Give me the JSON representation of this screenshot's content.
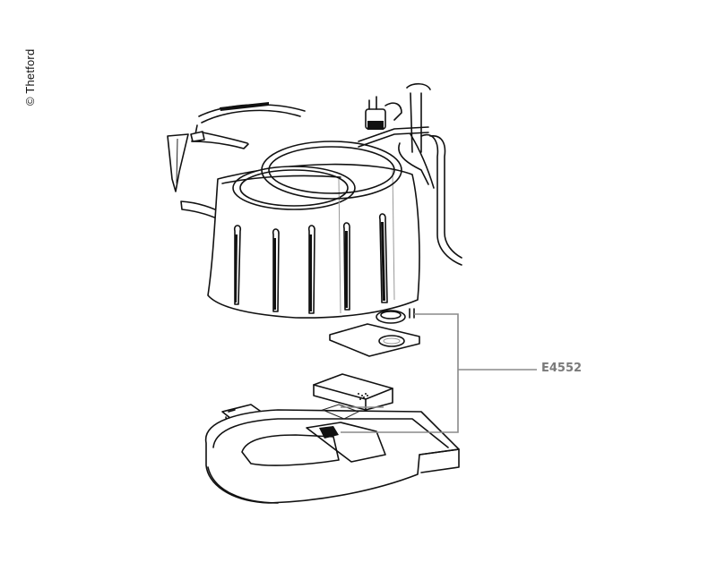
{
  "copyright": "© Thetford",
  "callouts": [
    {
      "part_number": "E4552",
      "leader_color": "#8a8a8a"
    }
  ],
  "diagram": {
    "subject": "toilet cassette tank exploded view",
    "components": [
      "tank-ring-clamp",
      "float-indicator",
      "side-handle",
      "tank-body",
      "hose-loop",
      "valve-assembly",
      "vertical-pipe",
      "seal-ring",
      "cover-plate",
      "sensor-block",
      "mounting-bracket",
      "base-tray"
    ]
  }
}
